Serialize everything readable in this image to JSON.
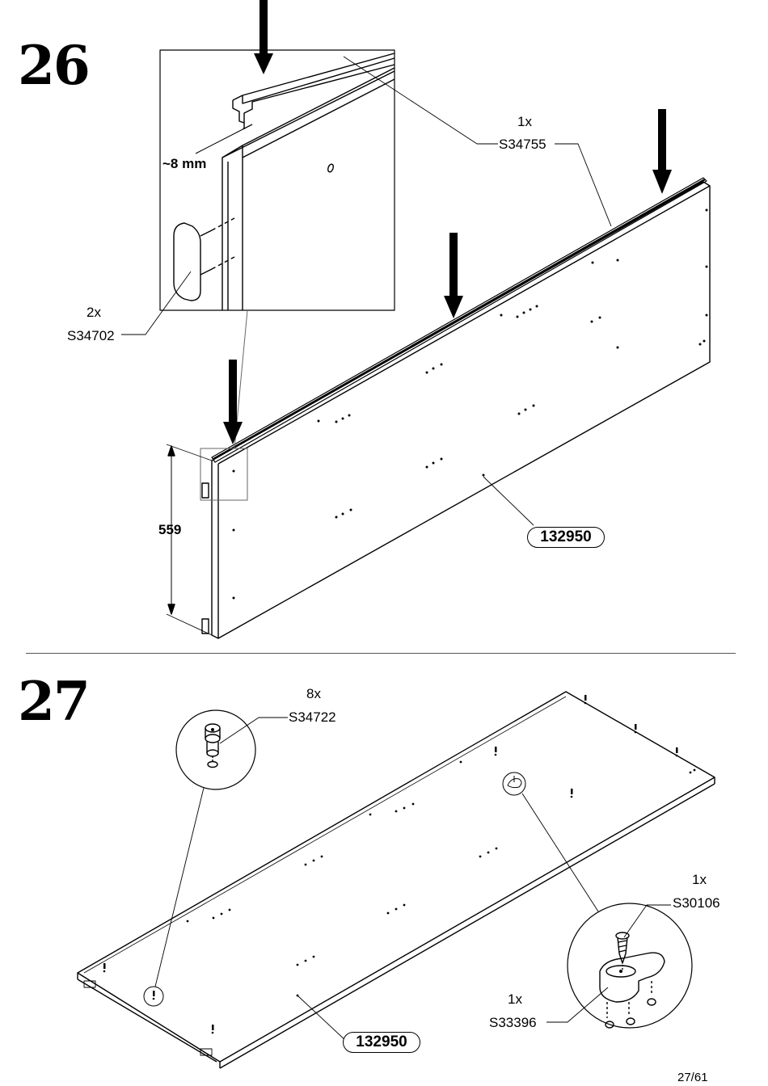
{
  "steps": [
    {
      "number": "26",
      "parts": [
        {
          "qty": "1x",
          "code": "S34755"
        },
        {
          "qty": "2x",
          "code": "S34702"
        }
      ],
      "gap": "~8 mm",
      "height": "559",
      "panel": "132950"
    },
    {
      "number": "27",
      "parts": [
        {
          "qty": "8x",
          "code": "S34722"
        },
        {
          "qty": "1x",
          "code": "S30106"
        },
        {
          "qty": "1x",
          "code": "S33396"
        }
      ],
      "panel": "132950"
    }
  ],
  "page_number": "27/61"
}
